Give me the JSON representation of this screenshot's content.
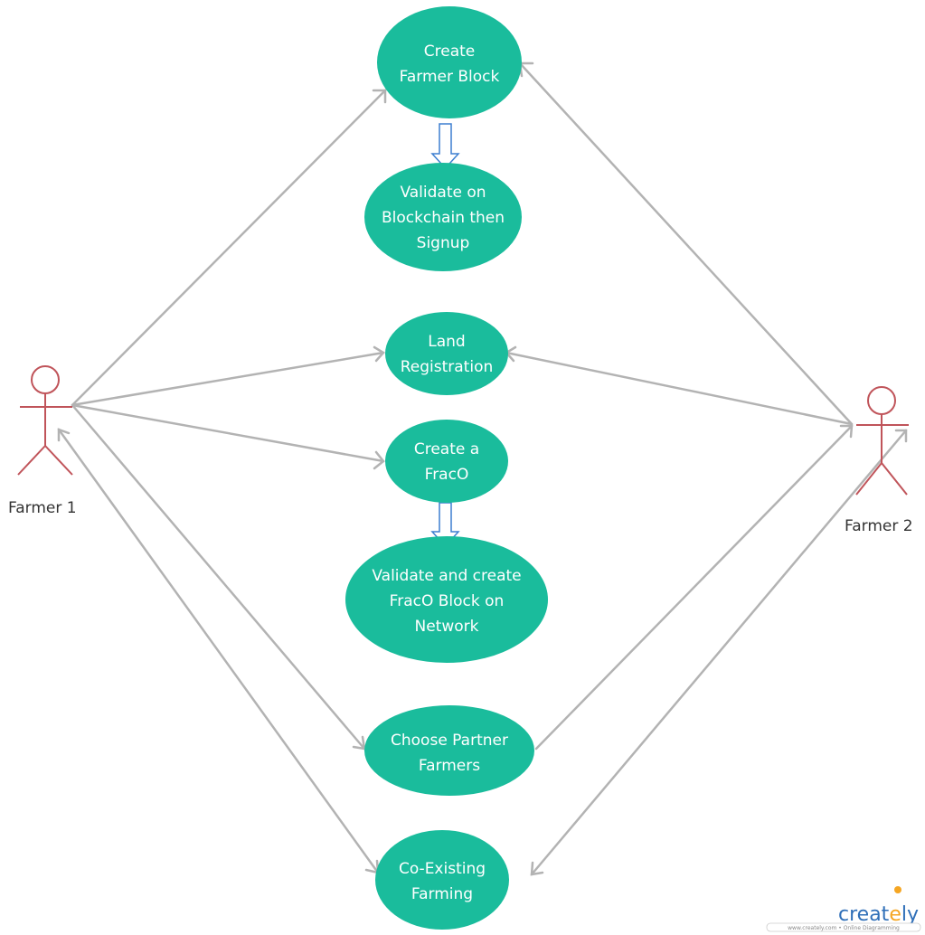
{
  "colors": {
    "use_case_fill": "#1abc9c",
    "use_case_text": "#ffffff",
    "actor_stroke": "#c0545a",
    "association": "#b3b3b3",
    "include_arrow": "#3d7fd0",
    "watermark_blue": "#2f6fb8",
    "watermark_orange": "#f5a623"
  },
  "actors": {
    "farmer1": {
      "label": "Farmer 1"
    },
    "farmer2": {
      "label": "Farmer 2"
    }
  },
  "use_cases": {
    "create_farmer_block": {
      "lines": [
        "Create",
        "Farmer Block"
      ]
    },
    "validate_signup": {
      "lines": [
        "Validate on",
        "Blockchain then",
        "Signup"
      ]
    },
    "land_registration": {
      "lines": [
        "Land",
        "Registration"
      ]
    },
    "create_fraco": {
      "lines": [
        "Create a",
        "FracO"
      ]
    },
    "validate_fraco": {
      "lines": [
        "Validate and create",
        "FracO Block on",
        "Network"
      ]
    },
    "choose_partner": {
      "lines": [
        "Choose Partner",
        "Farmers"
      ]
    },
    "co_existing": {
      "lines": [
        "Co-Existing",
        "Farming"
      ]
    }
  },
  "watermark": {
    "brand_a": "creat",
    "brand_b": "e",
    "brand_c": "ly",
    "tagline": "www.creately.com • Online Diagramming"
  }
}
